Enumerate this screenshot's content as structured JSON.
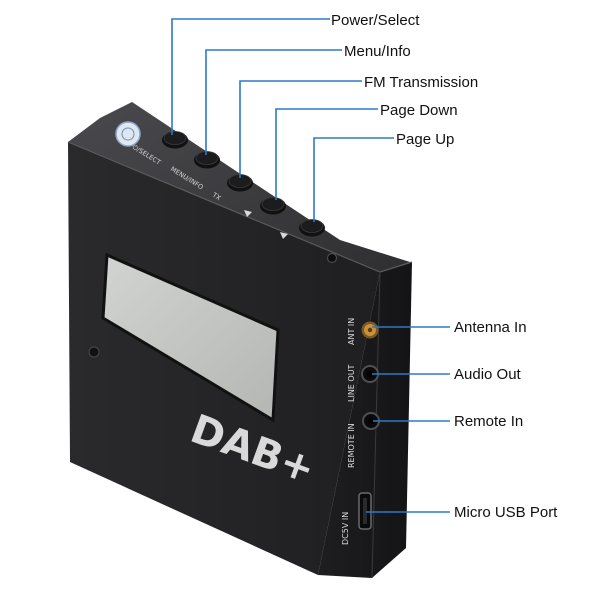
{
  "top_callouts": [
    {
      "label": "Power/Select"
    },
    {
      "label": "Menu/Info"
    },
    {
      "label": "FM Transmission"
    },
    {
      "label": "Page Down"
    },
    {
      "label": "Page Up"
    }
  ],
  "side_callouts": [
    {
      "label": "Antenna In"
    },
    {
      "label": "Audio Out"
    },
    {
      "label": "Remote In"
    },
    {
      "label": "Micro USB Port"
    }
  ],
  "device": {
    "logo": "DAB+",
    "top_print_power": "⏻/SELECT",
    "top_print_menu": "MENU/INFO",
    "top_print_fm": "TX",
    "port_ant": "ANT IN",
    "port_line": "LINE OUT",
    "port_remote": "REMOTE IN",
    "port_dc": "DC5V IN"
  },
  "colors": {
    "body": "#2b2b2d",
    "top_face": "#3c3c3f",
    "front_face": "#222224",
    "side_face": "#1b1b1d",
    "lcd": "#c6c8c5",
    "leader": "#2e78c7",
    "antenna": "#c8913a"
  }
}
